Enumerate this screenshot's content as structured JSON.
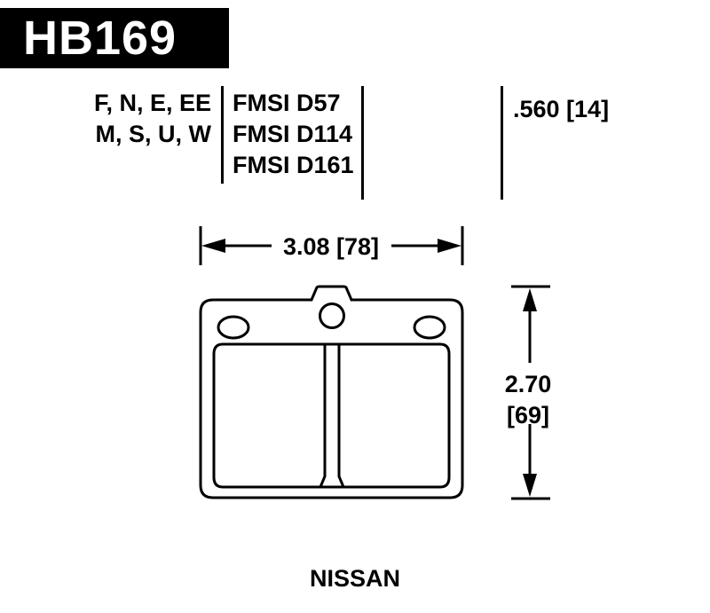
{
  "header": {
    "part_number": "HB169"
  },
  "spec_table": {
    "shape_codes": [
      "F, N, E, EE",
      "M, S, U, W"
    ],
    "fmsi_numbers": [
      "FMSI D57",
      "FMSI D114",
      "FMSI D161"
    ],
    "pad_thickness": ".560 [14]"
  },
  "dimensions": {
    "width": "3.08 [78]",
    "height_in": "2.70",
    "height_mm": "[69]"
  },
  "footer": {
    "brand": "NISSAN"
  }
}
